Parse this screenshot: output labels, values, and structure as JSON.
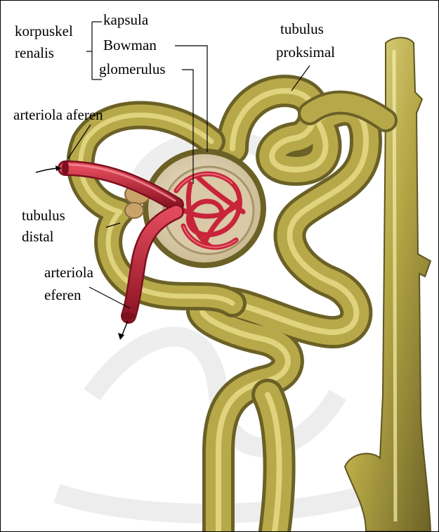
{
  "diagram": {
    "labels": {
      "korpuskel": "korpuskel",
      "renalis": "renalis",
      "kapsula": "kapsula",
      "bowman": "Bowman",
      "glomerulus": "glomerulus",
      "tubulus_proksimal_1": "tubulus",
      "tubulus_proksimal_2": "proksimal",
      "arteriola_aferen": "arteriola aferen",
      "tubulus_distal_1": "tubulus",
      "tubulus_distal_2": "distal",
      "arteriola_eferen_1": "arteriola",
      "arteriola_eferen_2": "eferen"
    },
    "colors": {
      "tubule": "#b7a94a",
      "tubule_dark": "#6e6428",
      "tubule_light": "#e9e08a",
      "vessel": "#c8243a",
      "vessel_dark": "#7c1020",
      "capsule_inner": "#e7dcc7",
      "watermark": "#e6e6e6"
    }
  }
}
